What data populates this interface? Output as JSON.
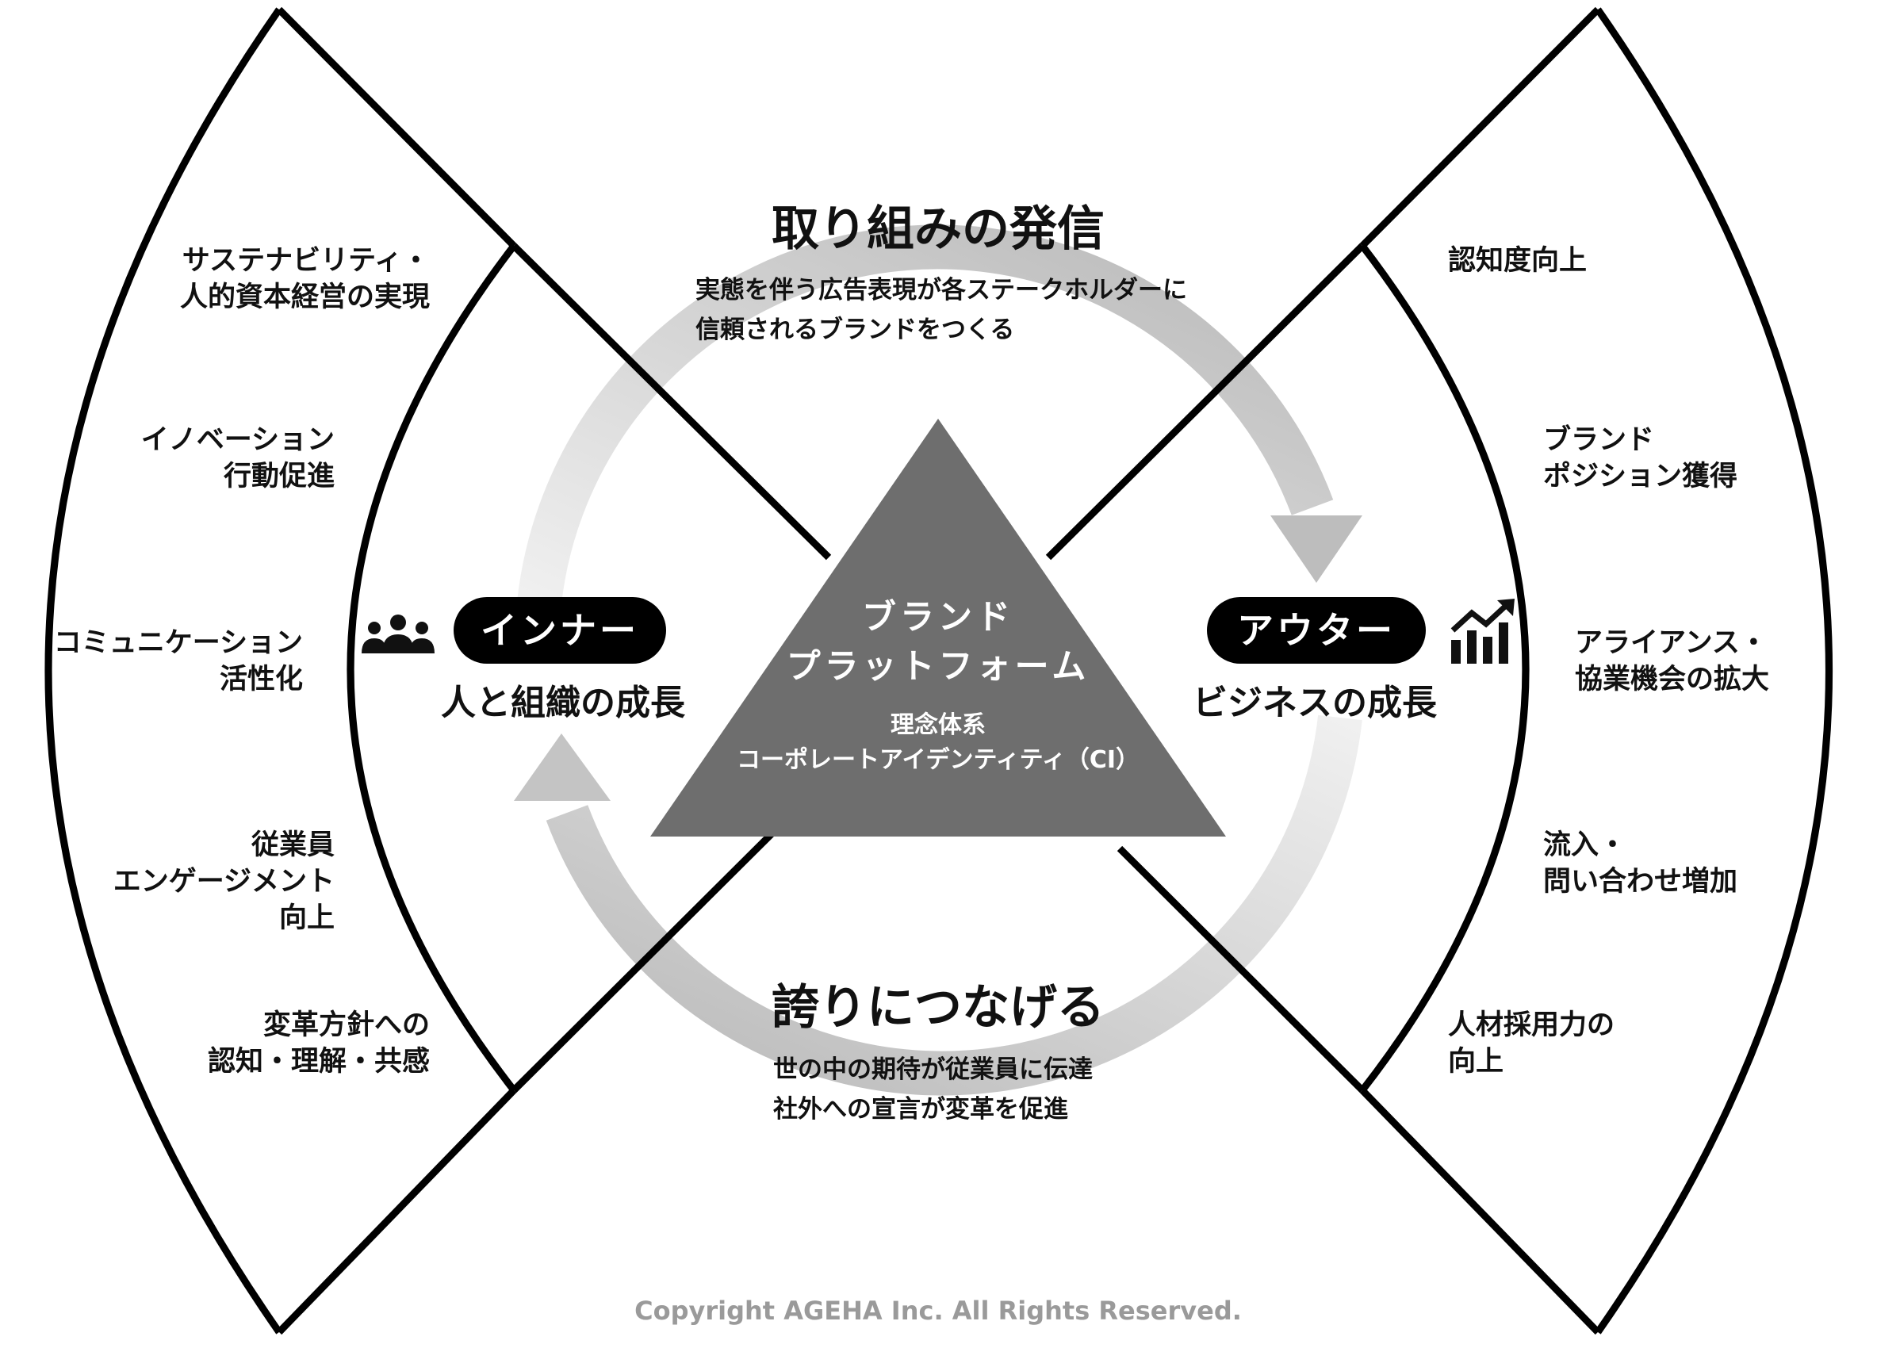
{
  "colors": {
    "line": "#000000",
    "triangle": "#6e6e6e",
    "arrow": "#cfcfcf",
    "pill": "#000000",
    "copyright": "#9a9a9a"
  },
  "top": {
    "headline": "取り組みの発信",
    "sub": [
      "実態を伴う広告表現が各ステークホルダーに",
      "信頼されるブランドをつくる"
    ]
  },
  "bottom": {
    "headline": "誇りにつなげる",
    "sub": [
      "世の中の期待が従業員に伝達",
      "社外への宣言が変革を促進"
    ]
  },
  "center": {
    "title": [
      "ブランド",
      "プラットフォーム"
    ],
    "sub": [
      "理念体系",
      "コーポレートアイデンティティ（CI）"
    ]
  },
  "inner": {
    "pill": "インナー",
    "growth": "人と組織の成長",
    "icon": "people-group-icon"
  },
  "outer": {
    "pill": "アウター",
    "growth": "ビジネスの成長",
    "icon": "growth-chart-icon"
  },
  "left_items": [
    [
      "サステナビリティ・",
      "人的資本経営の実現"
    ],
    [
      "イノベーション",
      "行動促進"
    ],
    [
      "コミュニケーション",
      "活性化"
    ],
    [
      "従業員",
      "エンゲージメント",
      "向上"
    ],
    [
      "変革方針への",
      "認知・理解・共感"
    ]
  ],
  "right_items": [
    [
      "認知度向上"
    ],
    [
      "ブランド",
      "ポジション獲得"
    ],
    [
      "アライアンス・",
      "協業機会の拡大"
    ],
    [
      "流入・",
      "問い合わせ増加"
    ],
    [
      "人材採用力の",
      "向上"
    ]
  ],
  "copyright": "Copyright AGEHA Inc. All Rights Reserved."
}
